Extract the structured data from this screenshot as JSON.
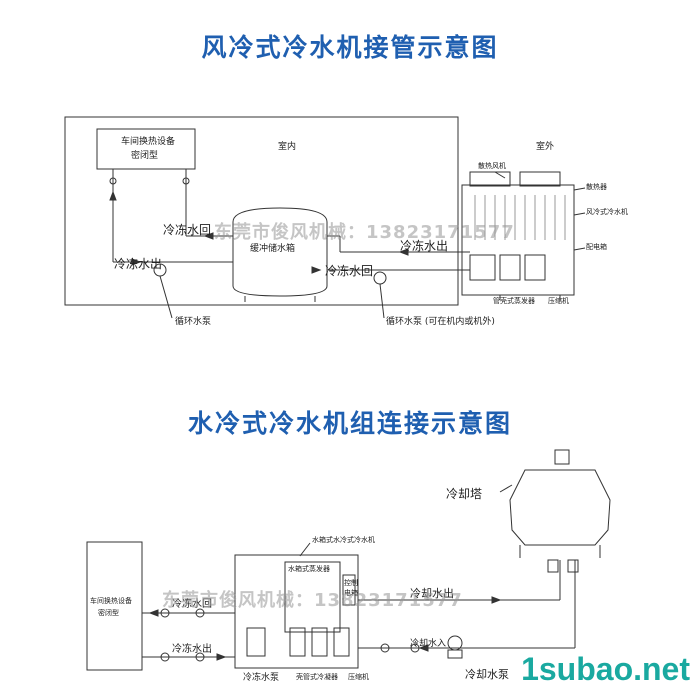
{
  "top": {
    "title": "风冷式冷水机接管示意图",
    "indoor": "室内",
    "outdoor": "室外",
    "equipment_line1": "车间换热设备",
    "equipment_line2": "密闭型",
    "return_left": "冷冻水回",
    "supply_left": "冷冻水出",
    "tank": "缓冲储水箱",
    "return_right": "冷冻水回",
    "supply_right": "冷冻水出",
    "pump_left": "循环水泵",
    "pump_right": "循环水泵 (可在机内或机外)",
    "fan": "散热风机",
    "radiator": "散热器",
    "chiller": "风冷式冷水机",
    "control_box": "配电箱",
    "evaporator": "管壳式蒸发器",
    "compressor": "压缩机"
  },
  "bottom": {
    "title": "水冷式冷水机组连接示意图",
    "tower": "冷却塔",
    "chiller": "水箱式水冷式冷水机",
    "equipment_line1": "车间换热设备",
    "equipment_line2": "密闭型",
    "return": "冷冻水回",
    "supply": "冷冻水出",
    "panel": "水箱式蒸发器",
    "control1": "控制",
    "control2": "电箱",
    "cool_out": "冷却水出",
    "cool_in": "冷却水入",
    "cool_pump": "冷却水泵",
    "chill_pump": "冷冻水泵",
    "condenser": "壳管式冷凝器",
    "compressor": "压缩机"
  },
  "watermark_top": "东莞市俊风机械：13823171577",
  "watermark_bottom": "东莞市俊风机械：13823171577",
  "site": "1subao.net",
  "colors": {
    "title": "#1f5fb0",
    "site": "#1aa9a0"
  }
}
